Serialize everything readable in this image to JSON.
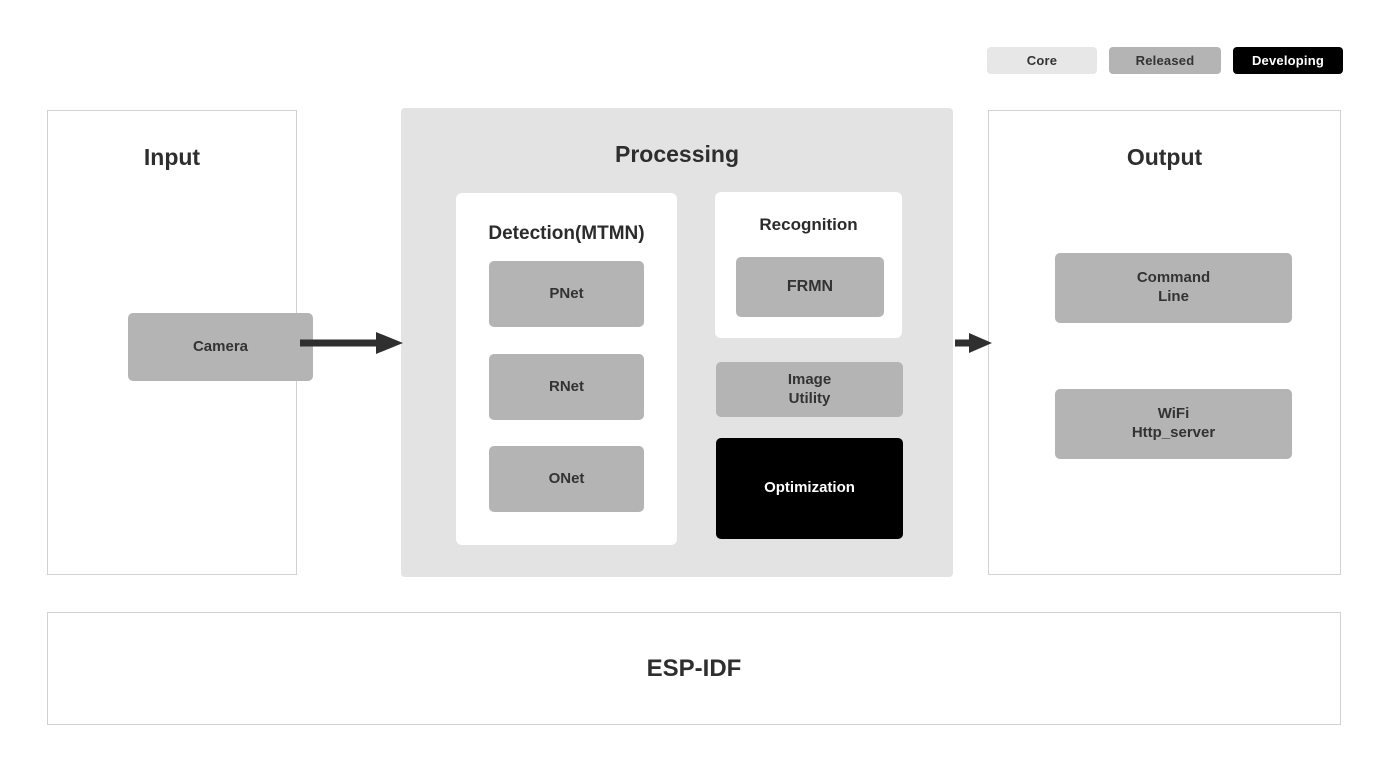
{
  "legend": {
    "items": [
      {
        "label": "Core",
        "color": "#e7e7e7",
        "text_color": "#333333"
      },
      {
        "label": "Released",
        "color": "#b4b4b4",
        "text_color": "#333333"
      },
      {
        "label": "Developing",
        "color": "#000000",
        "text_color": "#ffffff"
      }
    ]
  },
  "input": {
    "title": "Input",
    "modules": [
      {
        "label": "Camera",
        "status": "Released"
      }
    ]
  },
  "processing": {
    "title": "Processing",
    "detection": {
      "title": "Detection(MTMN)",
      "modules": [
        {
          "label": "PNet",
          "status": "Released"
        },
        {
          "label": "RNet",
          "status": "Released"
        },
        {
          "label": "ONet",
          "status": "Released"
        }
      ]
    },
    "recognition": {
      "title": "Recognition",
      "modules": [
        {
          "label": "FRMN",
          "status": "Released"
        }
      ]
    },
    "extras": [
      {
        "label_line1": "Image",
        "label_line2": "Utility",
        "status": "Released"
      },
      {
        "label_line1": "Optimization",
        "label_line2": "",
        "status": "Developing"
      }
    ]
  },
  "output": {
    "title": "Output",
    "modules": [
      {
        "label_line1": "Command",
        "label_line2": "Line",
        "status": "Released"
      },
      {
        "label_line1": "WiFi",
        "label_line2": "Http_server",
        "status": "Released"
      }
    ]
  },
  "footer": {
    "label": "ESP-IDF"
  },
  "flow": {
    "arrow1_name": "input-to-processing",
    "arrow2_name": "processing-to-output",
    "arrow_pnet_rnet": "pnet-to-rnet",
    "arrow_rnet_onet": "rnet-to-onet"
  },
  "colors": {
    "core": "#e7e7e7",
    "released": "#b4b4b4",
    "developing": "#000000",
    "panel_border": "#d2d2d2",
    "processing_bg": "#e3e3e3",
    "arrow": "#2f2f2f"
  }
}
